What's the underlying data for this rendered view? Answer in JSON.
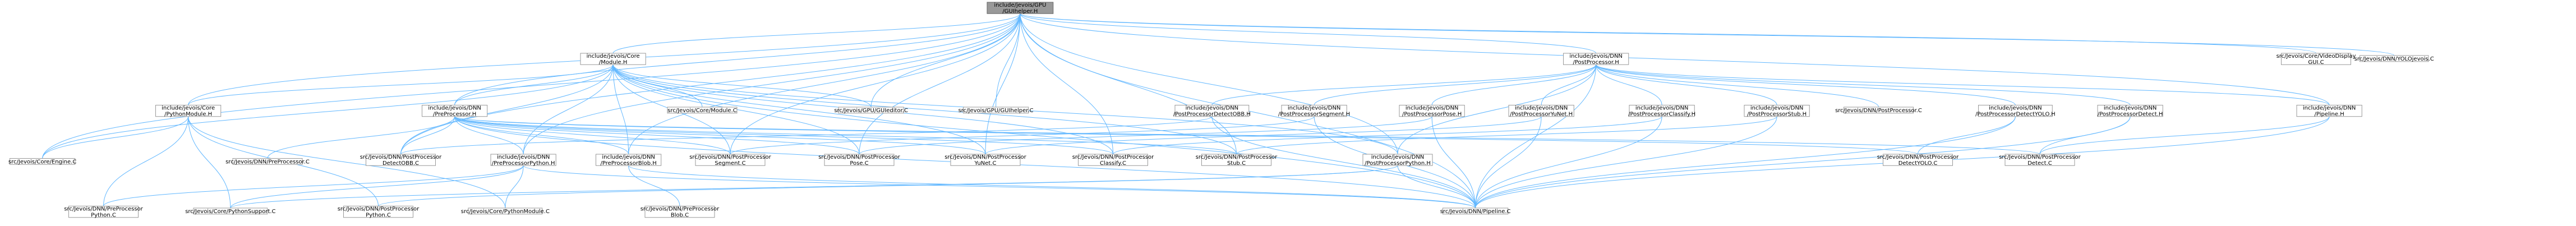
{
  "colors": {
    "edge": "#63b8ff",
    "node_border": "#999999",
    "root_fill": "#999999",
    "text": "#000000"
  },
  "nodes": [
    {
      "id": "root",
      "lines": [
        "include/jevois/GPU",
        "/GUIhelper.H"
      ]
    },
    {
      "id": "coremodule",
      "lines": [
        "include/jevois/Core",
        "/Module.H"
      ]
    },
    {
      "id": "dnnpp",
      "lines": [
        "include/jevois/DNN",
        "/PostProcessor.H"
      ]
    },
    {
      "id": "corevideo",
      "lines": [
        "src/Jevois/Core/VideoDisplay",
        "GUI.C"
      ]
    },
    {
      "id": "yolojevois",
      "lines": [
        "src/Jevois/DNN/YOLOjevois.C"
      ]
    },
    {
      "id": "pymodule",
      "lines": [
        "include/jevois/Core",
        "/PythonModule.H"
      ]
    },
    {
      "id": "prepro",
      "lines": [
        "include/jevois/DNN",
        "/PreProcessor.H"
      ]
    },
    {
      "id": "coremodulec",
      "lines": [
        "src/Jevois/Core/Module.C"
      ]
    },
    {
      "id": "guieditor",
      "lines": [
        "src/Jevois/GPU/GUIeditor.C"
      ]
    },
    {
      "id": "guihelper",
      "lines": [
        "src/Jevois/GPU/GUIhelper.C"
      ]
    },
    {
      "id": "ppdetectobb",
      "lines": [
        "include/jevois/DNN",
        "/PostProcessorDetectOBB.H"
      ]
    },
    {
      "id": "ppsegment",
      "lines": [
        "include/jevois/DNN",
        "/PostProcessorSegment.H"
      ]
    },
    {
      "id": "pppose",
      "lines": [
        "include/jevois/DNN",
        "/PostProcessorPose.H"
      ]
    },
    {
      "id": "ppyunet",
      "lines": [
        "include/jevois/DNN",
        "/PostProcessorYuNet.H"
      ]
    },
    {
      "id": "ppclassify",
      "lines": [
        "include/jevois/DNN",
        "/PostProcessorClassify.H"
      ]
    },
    {
      "id": "ppstub",
      "lines": [
        "include/jevois/DNN",
        "/PostProcessorStub.H"
      ]
    },
    {
      "id": "ppc",
      "lines": [
        "src/Jevois/DNN/PostProcessor.C"
      ]
    },
    {
      "id": "ppdetectyolo",
      "lines": [
        "include/jevois/DNN",
        "/PostProcessorDetectYOLO.H"
      ]
    },
    {
      "id": "ppdetect",
      "lines": [
        "include/jevois/DNN",
        "/PostProcessorDetect.H"
      ]
    },
    {
      "id": "pipelineh",
      "lines": [
        "include/jevois/DNN",
        "/Pipeline.H"
      ]
    },
    {
      "id": "coreengine",
      "lines": [
        "src/Jevois/Core/Engine.C"
      ]
    },
    {
      "id": "preprocc",
      "lines": [
        "src/Jevois/DNN/PreProcessor.C"
      ]
    },
    {
      "id": "pppython",
      "lines": [
        "include/jevois/DNN",
        "/PreProcessorPython.H"
      ]
    },
    {
      "id": "preblob",
      "lines": [
        "include/jevois/DNN",
        "/PreProcessorBlob.H"
      ]
    },
    {
      "id": "ppdetectobbc",
      "lines": [
        "src/Jevois/DNN/PostProcessor",
        "DetectOBB.C"
      ]
    },
    {
      "id": "ppsegmentc",
      "lines": [
        "src/Jevois/DNN/PostProcessor",
        "Segment.C"
      ]
    },
    {
      "id": "ppposec",
      "lines": [
        "src/Jevois/DNN/PostProcessor",
        "Pose.C"
      ]
    },
    {
      "id": "ppyunetc",
      "lines": [
        "src/Jevois/DNN/PostProcessor",
        "YuNet.C"
      ]
    },
    {
      "id": "ppclassifyc",
      "lines": [
        "src/Jevois/DNN/PostProcessor",
        "Classify.C"
      ]
    },
    {
      "id": "ppstubc",
      "lines": [
        "src/Jevois/DNN/PostProcessor",
        "Stub.C"
      ]
    },
    {
      "id": "pppythonh",
      "lines": [
        "include/jevois/DNN",
        "/PostProcessorPython.H"
      ]
    },
    {
      "id": "ppdetectyoloc",
      "lines": [
        "src/Jevois/DNN/PostProcessor",
        "DetectYOLO.C"
      ]
    },
    {
      "id": "ppdetectc",
      "lines": [
        "src/Jevois/DNN/PostProcessor",
        "Detect.C"
      ]
    },
    {
      "id": "prepythonc",
      "lines": [
        "src/Jevois/DNN/PreProcessor",
        "Python.C"
      ]
    },
    {
      "id": "pysupport",
      "lines": [
        "src/Jevois/Core/PythonSupport.C"
      ]
    },
    {
      "id": "postpythonc",
      "lines": [
        "src/Jevois/DNN/PostProcessor",
        "Python.C"
      ]
    },
    {
      "id": "pymodulec",
      "lines": [
        "src/Jevois/Core/PythonModule.C"
      ]
    },
    {
      "id": "preblobc",
      "lines": [
        "src/Jevois/DNN/PreProcessor",
        "Blob.C"
      ]
    },
    {
      "id": "pipelinec",
      "lines": [
        "src/Jevois/DNN/Pipeline.C"
      ]
    }
  ]
}
